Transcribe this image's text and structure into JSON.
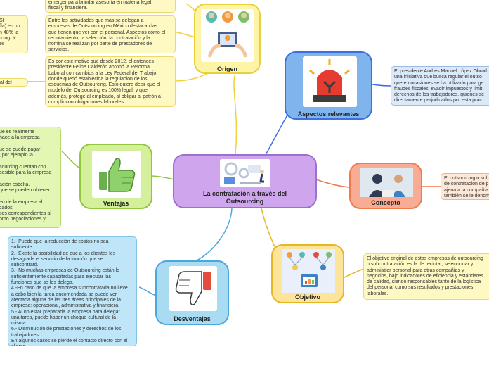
{
  "central": {
    "title": "La contratación a través del Outsourcing"
  },
  "branches": {
    "origen": "Origen",
    "aspectos": "Aspectos relevantes",
    "ventajas": "Ventajas",
    "concepto": "Concepto",
    "desventajas": "Desventajas",
    "objetivo": "Objetivo"
  },
  "notes": {
    "origen_top": "emerger para brindar asesoría en materia legal,\nfiscal y financiera.",
    "origen_mid": "Entre las actividades que más se delegan a\nempresas de Outsourcing en México destacan las\nque tienen que ver con el personal. Aspectos como el\nreclutamiento, la selección, la contratación y la\nnómina se realizan por parte de prestadores de\nservicios.",
    "origen_left": "SI\nfía) en un\nn 48% la\nrcing. Y\nes",
    "origen_tag": "al del Trabajo",
    "origen_bottom": "Es por este motivo que desde 2012, el entonces\npresidente Felipe Calderón aprobó la Reforma\nLaboral con cambios a la Ley Federal del Trabajo,\ndonde quedó establecida la regulación de los\nesquemas de Outsourcing. Esto quiere decir que el\nmodelo del Outsourcing es 100% legal, y que\nademás, protege al empleado, al obligar al patrón a\ncumplir con obligaciones laborales.",
    "aspectos": "El presidente Andrés Manuel López Obrad\nuna iniciativa que busca regular el outso\nque en ocasiones se ha utilizado para ge\nfraudes fiscales, evadir impuestos y limit\nderechos de los trabajadores, quienes se\ndirectamente perjudicados por esta prác",
    "ventajas": "ue es realmente\n hace a la empresa\n\nue se puede pagar\n, por ejemplo la\n\nsourcing cuentan con\ncesible para la empresa\n\nación esbelta.\n que se pueden obtener\n\nen de la empresa al\ncados.\nsos correspondientes al\nomo negociaciones y",
    "concepto": "El outsourcing o sub\nde contratación de p\najena a la compañía\ntambién se le denom",
    "desventajas": "1.- Puede que la reducción de costos no sea\nsuficiente.\n2.- Existe la posibilidad de que a los clientes les\ndesagrade el servicio de la función que se\nsubcontrató.\n3.- No muchas empresas de Outsourcing están lo\nsuficientemente capacitadas para ejecutar las\nfunciones que se les delega.\n4.-En caso de que la empresa subcontratada no lleve\na cabo bien la tarea encomendada se puede ver\nafectada alguna de las tres áreas principales de la\nempresa: operacional, administrativa y financiera.\n5.- Al no estar preparada la empresa para delegar\nuna tarea, puede haber un choque cultural de la\nmisma.\n6.- Disminución de prestaciones y derechos de los\ntrabajadores\nEn algunos casos se pierde el contacto directo con el\ncliente.",
    "objetivo": "El objetivo original de estas empresas de outsourcing\no subcontratación es la de reclutar, seleccionar y\nadministrar personal para otras compañías y\nnegocios, bajo indicadores de eficiencia y estándares\nde calidad, siendo responsables tanto de la logística\ndel personal como sus resultados y prestaciones\nlaborales."
  },
  "colors": {
    "central": "#cfa6ee",
    "origen": "#fdf4a6",
    "aspectos": "#7fb4ec",
    "ventajas": "#d4f09a",
    "concepto": "#f8ac93",
    "desventajas": "#a9dcf3",
    "objetivo": "#fde49b"
  },
  "icons": [
    "people-icon",
    "siren-icon",
    "thumbs-up-icon",
    "interview-icon",
    "thumbs-down-icon",
    "network-icon"
  ]
}
